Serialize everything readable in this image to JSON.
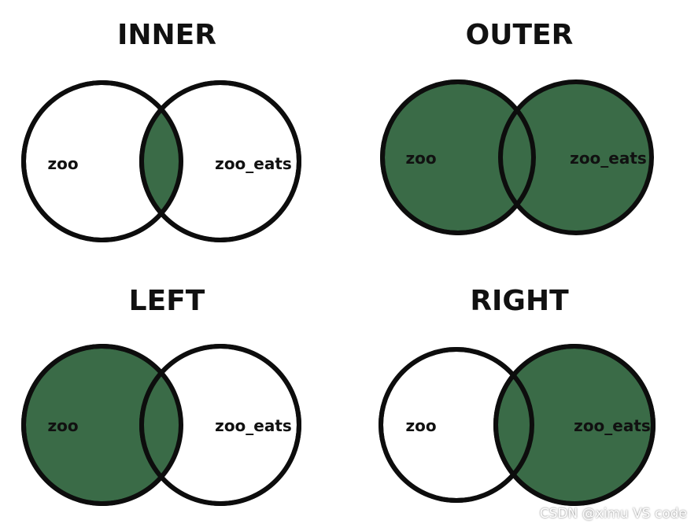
{
  "colors": {
    "fill": "#3a6b47",
    "stroke": "#0d0d0d",
    "background": "#ffffff"
  },
  "panels": [
    {
      "title": "INNER",
      "left_label": "zoo",
      "right_label": "zoo_eats",
      "shade": "intersection"
    },
    {
      "title": "OUTER",
      "left_label": "zoo",
      "right_label": "zoo_eats",
      "shade": "union"
    },
    {
      "title": "LEFT",
      "left_label": "zoo",
      "right_label": "zoo_eats",
      "shade": "left"
    },
    {
      "title": "RIGHT",
      "left_label": "zoo",
      "right_label": "zoo_eats",
      "shade": "right"
    }
  ],
  "watermark": "CSDN @ximu VS code"
}
